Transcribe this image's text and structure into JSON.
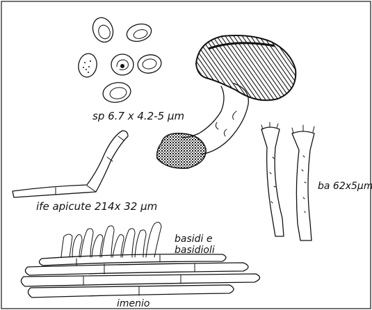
{
  "labels": {
    "spores": "sp 6.7 x 4.2-5 μm",
    "hyphae": "ife apicute 214x 32 μm",
    "basidia": "ba 62x5μm",
    "basidia_basidioles": "basidi e basidioli",
    "hymenium": "imenio"
  },
  "colors": {
    "ink": "#111111",
    "paper": "#ffffff",
    "frame": "#444444"
  }
}
